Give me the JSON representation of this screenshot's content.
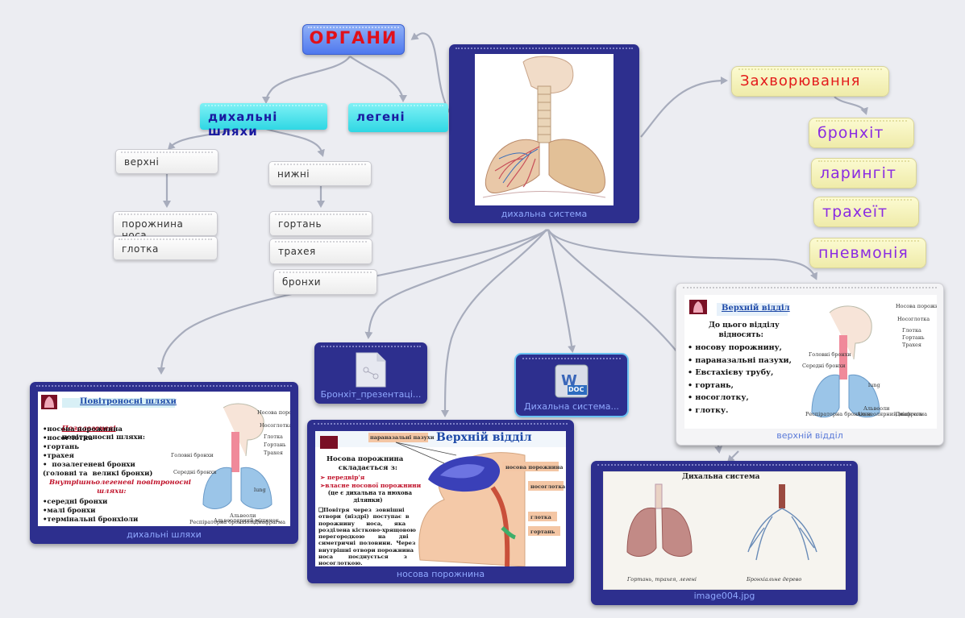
{
  "center": {
    "caption": "дихальна система"
  },
  "root": {
    "label": "ОРГАНИ"
  },
  "branches": {
    "airways": "дихальні шляхи",
    "lungs": "легені",
    "upper": "верхні",
    "lower": "нижні",
    "upper_items": [
      "порожнина носа",
      "глотка"
    ],
    "lower_items": [
      "гортань",
      "трахея",
      "бронхи"
    ]
  },
  "diseases": {
    "title": "Захворювання",
    "items": [
      "бронхіт",
      "ларингіт",
      "трахеїт",
      "пневмонія"
    ]
  },
  "attachments": {
    "pres": "Бронхіт_презентаці...",
    "doc": "Дихальна система...",
    "doc_icon_text": "DOC"
  },
  "slides": {
    "s1": {
      "caption": "дихальні шляхи",
      "title": "Повітроносні шляхи",
      "sub1": "Позалегеневі",
      "sub1_rest": "повітроносні шляхи:",
      "list1": "•носова порожнина\n•носоглотка\n•гортань\n•трахея\n•  позалегеневі бронхи\n(головні та  великі бронхи)",
      "sub2": "Внутрішньолегеневі повітроносні\n                    шляхи:",
      "list2": "•середні бронхи\n•малі бронхи\n•термінальні бронхіоли",
      "labels": [
        "Носова порожнина",
        "Носоглотка",
        "Глотка",
        "Гортань",
        "Трахея",
        "Головні бронхи",
        "Середні бронхи",
        "Альвеоли",
        "Диафрагма",
        "Альвеолярний мішечок",
        "Респіраторна бронхіола",
        "lung"
      ]
    },
    "s2": {
      "caption": "носова порожнина",
      "title": "Верхній відділ",
      "tag": "параназальні пазухи",
      "text1": "Носова порожнина\n     складається з:",
      "bullet1": "➢ передвір'я",
      "bullet2": "➢власне носової порожнини",
      "text2": "    (це є дихальна та нюхова\n                 ділянки)",
      "text3": "❑Повітря  через  зовнішні\nотвори  (ніздрі)  поступає  в\nпорожнину      носа,      яка\nрозділена кістково-хрящовою\nперегородкою       на       дві\nсиметричні  половини.  Через\nвнутрішні отвори порожнина\nноса        поєднується        з\nносоглоткою.",
      "tags": [
        "носова порожнина",
        "носоглотка",
        "глотка",
        "гортань"
      ]
    },
    "s3": {
      "caption": "верхній відділ",
      "title": "Верхній відділ",
      "intro": "До цього відділу\n    відносять:",
      "list": "• носову порожнину,\n• параназальні пазухи,\n• Евстахієву трубу,\n• гортань,\n• носоглотку,\n• глотку.",
      "labels": [
        "Носова порожнина",
        "Носоглотка",
        "Глотка",
        "Гортань",
        "Трахея",
        "Головні бронхи",
        "Середні бронхи",
        "Альвеоли",
        "Диафрагма",
        "Альвеолярний мішечок",
        "Респіраторна бронхіола",
        "lung"
      ]
    },
    "s4": {
      "caption": "image004.jpg",
      "title": "Дихальна система",
      "left_caption": "Гортань, трахея, легені",
      "right_caption": "Бронхіальне дерево"
    }
  },
  "colors": {
    "card": "#2d2f8e",
    "root": "#4f78ee",
    "cyan": "#2fd7e4",
    "disease_text": "#8a2be2",
    "disease_title": "#e31b1b",
    "link": "#a7acbc"
  }
}
